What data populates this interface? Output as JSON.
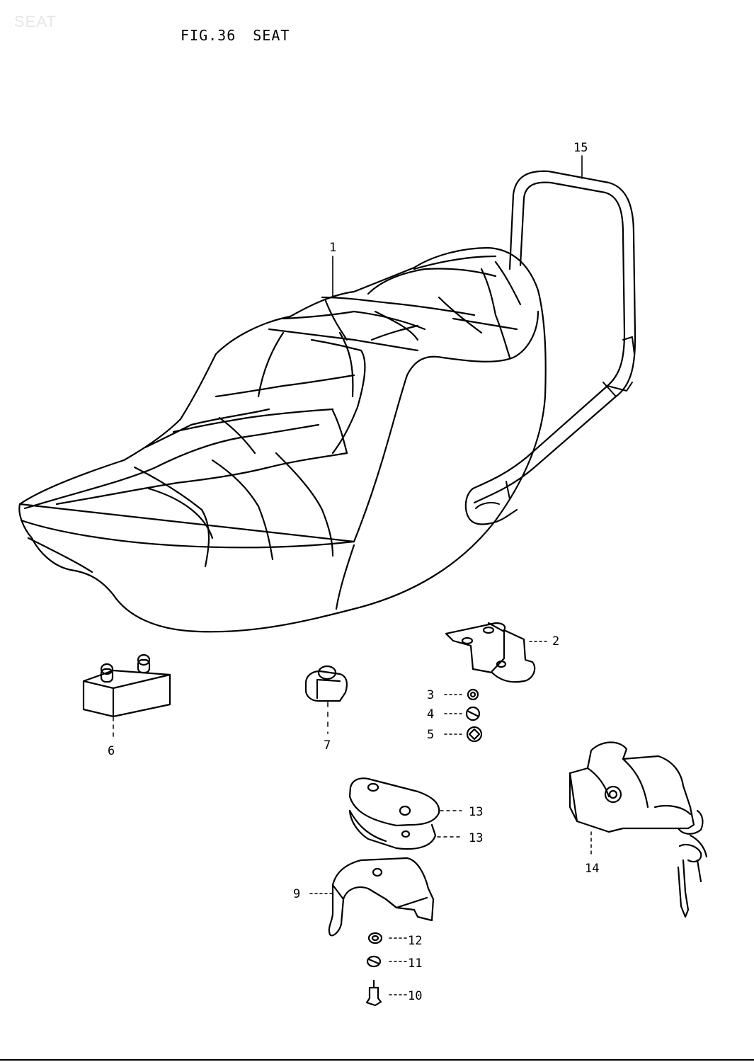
{
  "watermark": "SEAT",
  "figure": {
    "number": "FIG.36",
    "name": "SEAT"
  },
  "callouts": [
    {
      "id": "p1",
      "text": "1"
    },
    {
      "id": "p2",
      "text": "2"
    },
    {
      "id": "p3",
      "text": "3"
    },
    {
      "id": "p4",
      "text": "4"
    },
    {
      "id": "p5",
      "text": "5"
    },
    {
      "id": "p6",
      "text": "6"
    },
    {
      "id": "p7",
      "text": "7"
    },
    {
      "id": "p9",
      "text": "9"
    },
    {
      "id": "p10",
      "text": "10"
    },
    {
      "id": "p11",
      "text": "11"
    },
    {
      "id": "p12",
      "text": "12"
    },
    {
      "id": "p13a",
      "text": "13"
    },
    {
      "id": "p13b",
      "text": "13"
    },
    {
      "id": "p14",
      "text": "14"
    },
    {
      "id": "p15",
      "text": "15"
    }
  ]
}
